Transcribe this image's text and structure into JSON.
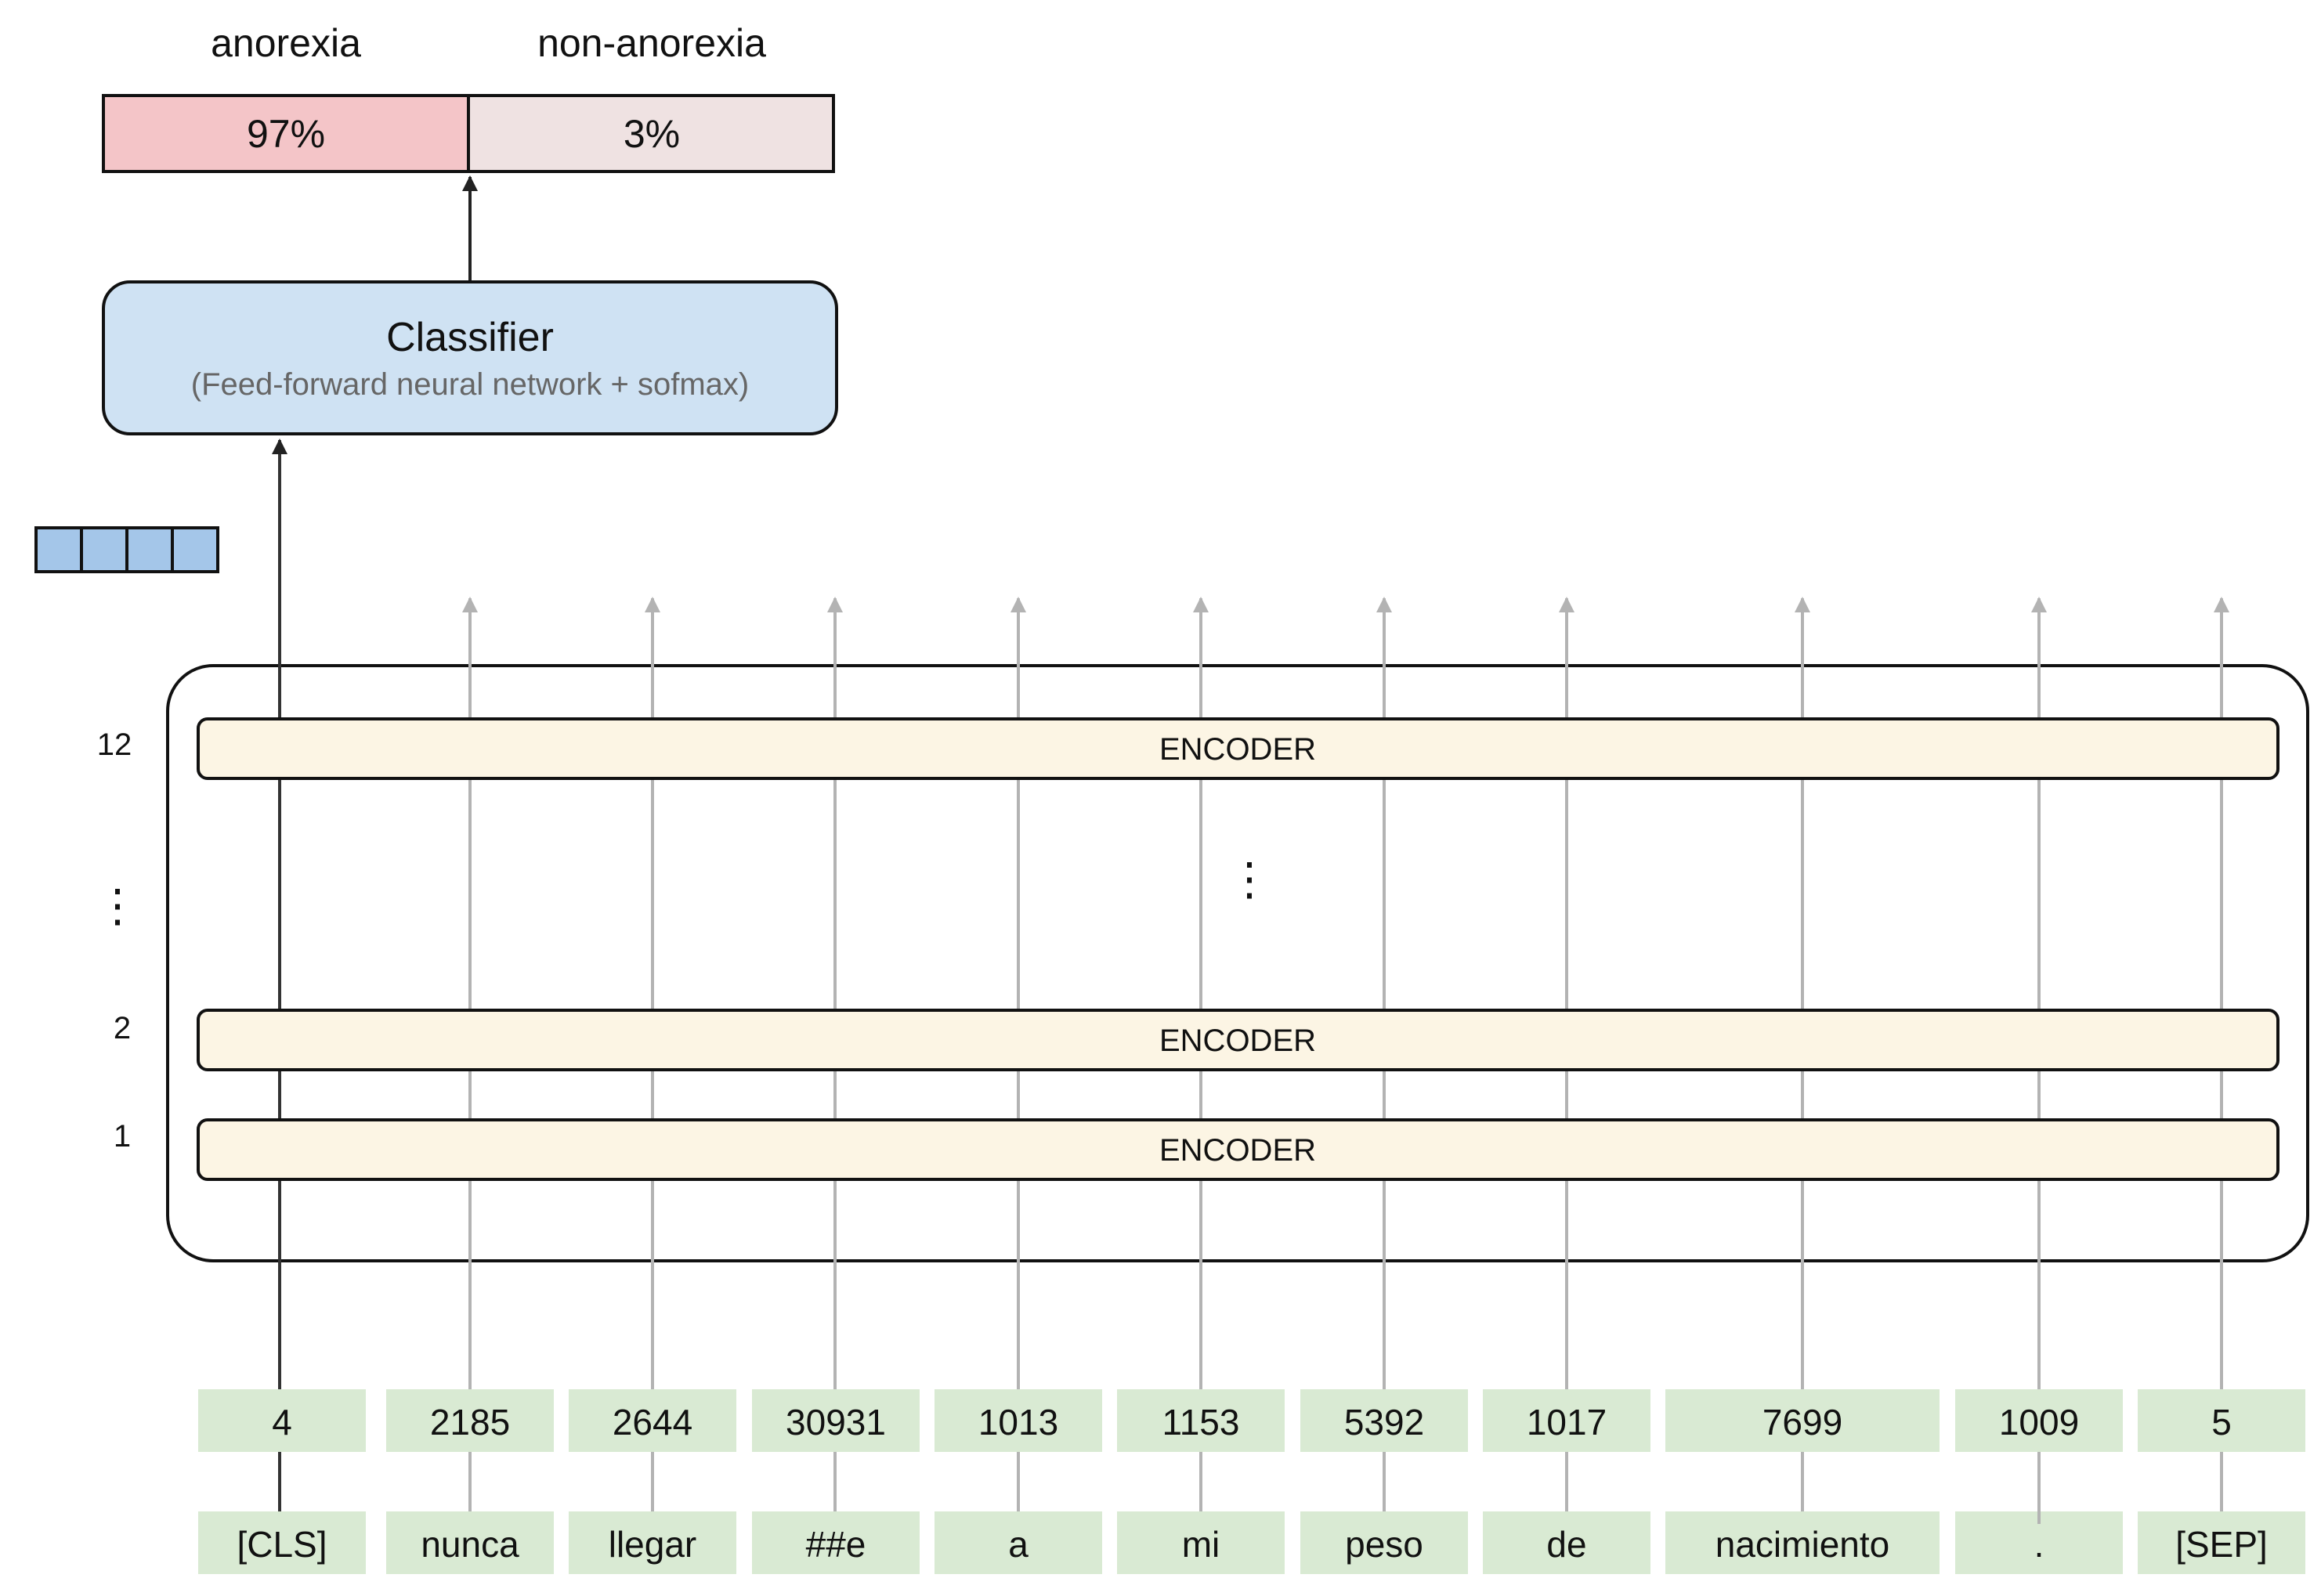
{
  "output": {
    "labels": [
      "anorexia",
      "non-anorexia"
    ],
    "probabilities": [
      "97%",
      "3%"
    ],
    "colors": {
      "anorexia": "#f4c5c8",
      "non_anorexia": "#efe2e2"
    }
  },
  "classifier": {
    "title": "Classifier",
    "subtitle": "(Feed-forward neural network + sofmax)",
    "fill": "#cfe2f3"
  },
  "embedding_vector": {
    "cells": 4,
    "fill": "#a4c6e9"
  },
  "encoder": {
    "label": "ENCODER",
    "fill": "#fcf5e4",
    "layer_labels": {
      "top": "12",
      "dots": "⋮",
      "second": "2",
      "first": "1"
    },
    "middle_dots": "⋮"
  },
  "tokens": [
    {
      "id": "4",
      "text": "[CLS]"
    },
    {
      "id": "2185",
      "text": "nunca"
    },
    {
      "id": "2644",
      "text": "llegar"
    },
    {
      "id": "30931",
      "text": "##e"
    },
    {
      "id": "1013",
      "text": "a"
    },
    {
      "id": "1153",
      "text": "mi"
    },
    {
      "id": "5392",
      "text": "peso"
    },
    {
      "id": "1017",
      "text": "de"
    },
    {
      "id": "7699",
      "text": "nacimiento"
    },
    {
      "id": "1009",
      "text": "."
    },
    {
      "id": "5",
      "text": "[SEP]"
    }
  ],
  "token_fill": "#d9ead3"
}
